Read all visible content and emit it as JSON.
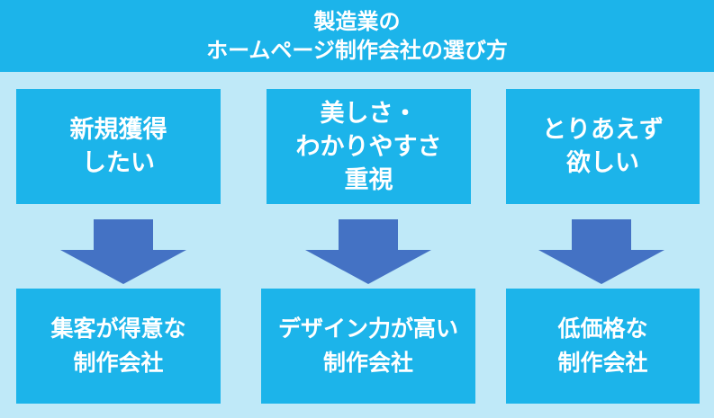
{
  "header": {
    "title_lines": [
      "製造業の",
      "ホームページ制作会社の選び方"
    ]
  },
  "columns": [
    {
      "need_lines": [
        "新規獲得",
        "したい"
      ],
      "result_lines": [
        "集客が得意な",
        "制作会社"
      ]
    },
    {
      "need_lines": [
        "美しさ・",
        "わかりやすさ",
        "重視"
      ],
      "result_lines": [
        "デザイン力が高い",
        "制作会社"
      ]
    },
    {
      "need_lines": [
        "とりあえず",
        "欲しい"
      ],
      "result_lines": [
        "低価格な",
        "制作会社"
      ]
    }
  ],
  "colors": {
    "header_bg": "#1cb4ea",
    "box_bg": "#1cb4ea",
    "page_bg": "#bfe9f8",
    "arrow": "#4472c4",
    "text": "#ffffff"
  },
  "icons": [
    "arrow-down-icon"
  ]
}
